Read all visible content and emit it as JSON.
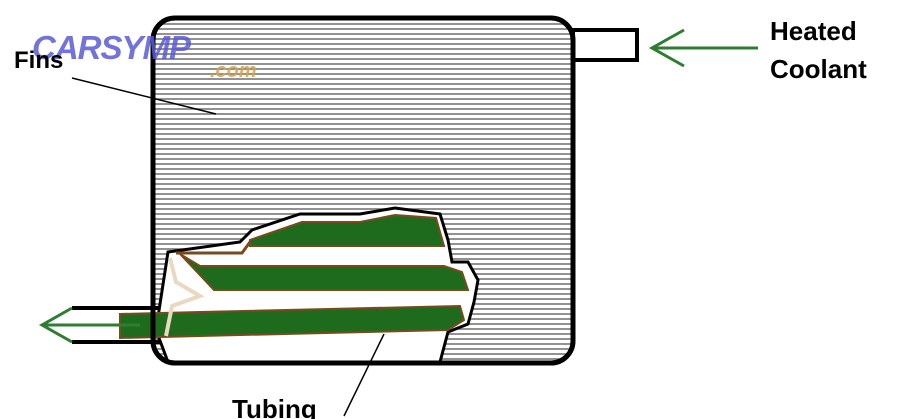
{
  "labels": {
    "fins": "Fins",
    "heated": "Heated",
    "coolant": "Coolant",
    "tubing": "Tubing"
  },
  "watermark": {
    "brand": "CARSYMP",
    "domain": ".com"
  },
  "colors": {
    "outline": "#000000",
    "fin_lines": "#6f6f6f",
    "tube_green": "#1e6b1e",
    "tube_edge": "#7a4a1c",
    "arrow_green": "#2e7d32",
    "watermark_blue": "#5b5bd6",
    "watermark_orange": "#d9a14a"
  },
  "icons": {
    "inlet_arrow": "arrow-left-icon",
    "outlet_arrow": "arrow-left-icon"
  }
}
